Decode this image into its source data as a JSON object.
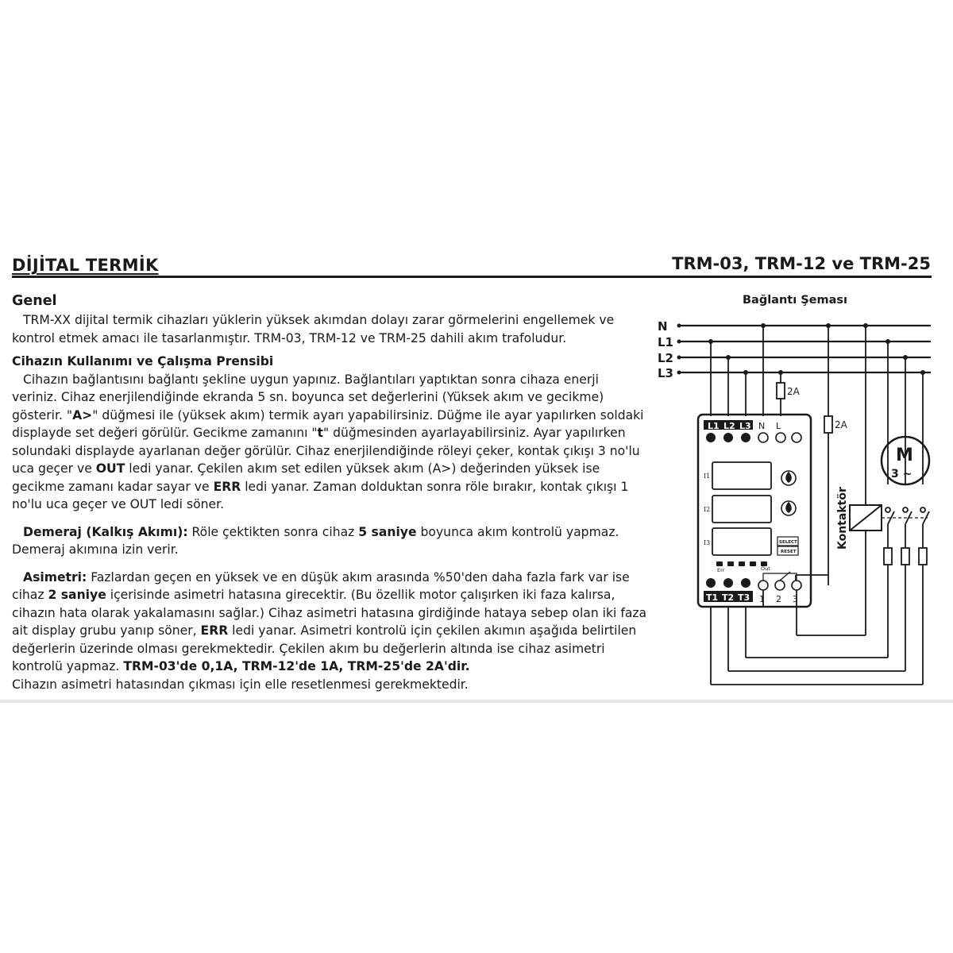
{
  "header": {
    "title": "DİJİTAL TERMİK",
    "models": "TRM-03, TRM-12 ve TRM-25"
  },
  "genel": {
    "heading": "Genel",
    "text": "TRM-XX dijital termik cihazları yüklerin yüksek akımdan dolayı zarar görmelerini engellemek ve kontrol etmek amacı ile tasarlanmıştır. TRM-03, TRM-12 ve TRM-25 dahili akım trafoludur."
  },
  "kullanim": {
    "heading": "Cihazın Kullanımı ve Çalışma Prensibi",
    "t1": "Cihazın bağlantısını bağlantı şekline uygun yapınız. Bağlantıları yaptıktan sonra cihaza enerji veriniz. Cihaz enerjilendiğinde ekranda 5 sn. boyunca set değerlerini (Yüksek akım ve gecikme) gösterir.  \"",
    "b1": "A>",
    "t2": "\" düğmesi ile (yüksek akım) termik ayarı yapabilirsiniz. Düğme ile ayar yapılırken soldaki displayde set değeri görülür. Gecikme zamanını \"",
    "b2": "t",
    "t3": "\" düğmesinden ayarlayabilirsiniz. Ayar yapılırken solundaki displayde ayarlanan değer görülür. Cihaz enerjilendiğinde röleyi çeker, kontak çıkışı 3 no'lu uca geçer ve ",
    "b3": "OUT",
    "t4": " ledi yanar. Çekilen akım set edilen yüksek akım (A>) değerinden yüksek ise gecikme zamanı kadar sayar ve ",
    "b4": "ERR",
    "t5": " ledi yanar. Zaman dolduktan sonra röle bırakır, kontak çıkışı 1 no'lu uca geçer ve OUT ledi söner."
  },
  "demeraj": {
    "label": "Demeraj (Kalkış Akımı):",
    "t1": " Röle çektikten sonra cihaz ",
    "b1": "5 saniye",
    "t2": " boyunca akım kontrolü yapmaz. Demeraj akımına izin verir."
  },
  "asimetri": {
    "label": "Asimetri:",
    "t1": " Fazlardan geçen en yüksek ve en düşük akım arasında %50'den daha fazla fark var ise cihaz ",
    "b1": "2 saniye",
    "t2": " içerisinde asimetri hatasına girecektir. (Bu özellik motor çalışırken iki faza kalırsa, cihazın hata olarak yakalamasını sağlar.) Cihaz asimetri hatasına girdiğinde hataya sebep olan iki faza ait display grubu yanıp söner, ",
    "b2": "ERR",
    "t3": " ledi yanar. Asimetri kontrolü için çekilen akımın aşağıda belirtilen değerlerin üzerinde olması gerekmektedir. Çekilen akım bu değerlerin altında ise cihaz asimetri kontrolü yapmaz. ",
    "b3": "TRM-03'de 0,1A, TRM-12'de 1A, TRM-25'de 2A'dir.",
    "last": "Cihazın asimetri hatasından çıkması için elle resetlenmesi gerekmektedir."
  },
  "schema": {
    "title": "Bağlantı Şeması",
    "lines": [
      "N",
      "L1",
      "L2",
      "L3"
    ],
    "fuse1": "2A",
    "fuse2": "2A",
    "top_terminals": [
      "L1",
      "L2",
      "L3",
      "N",
      "L"
    ],
    "bottom_terminals": [
      "T1",
      "T2",
      "T3",
      "1",
      "2",
      "3"
    ],
    "display_labels": [
      "I1",
      "I2",
      "I3"
    ],
    "select_label": "SELECT",
    "reset_label": "RESET",
    "err_label": "Err",
    "out_label": "Out",
    "contactor_label": "Kontaktör",
    "motor_label": "M",
    "motor_phase": "3 ~"
  }
}
